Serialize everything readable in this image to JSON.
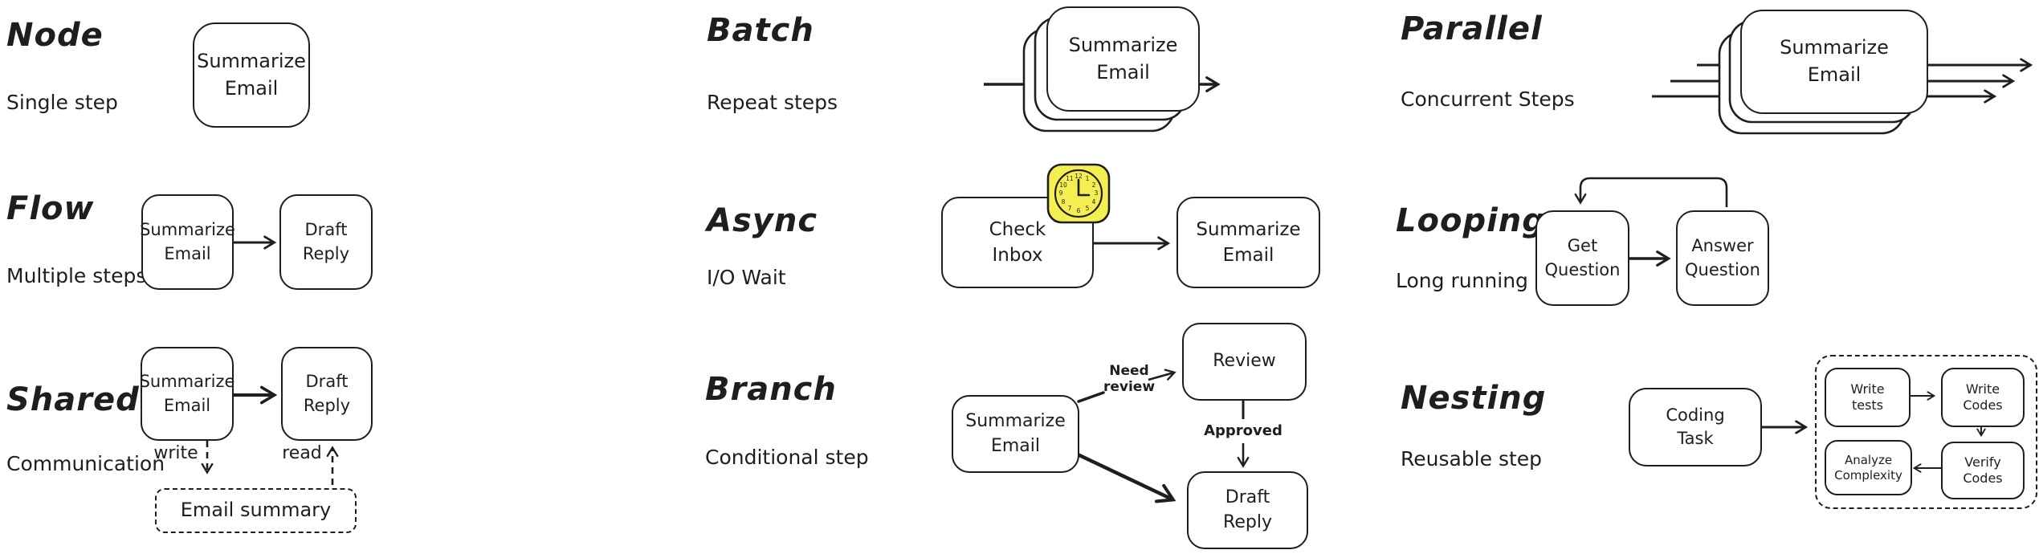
{
  "page": {
    "background": "#ffffff",
    "ink": "#1e1e1e",
    "clock_fill": "#f4ee51"
  },
  "clock": {
    "numbers": [
      "12",
      "1",
      "2",
      "3",
      "4",
      "5",
      "6",
      "7",
      "8",
      "9",
      "10",
      "11"
    ]
  },
  "sections": {
    "node": {
      "title": "Node",
      "subtitle": "Single step",
      "box_label": "Summarize\nEmail"
    },
    "batch": {
      "title": "Batch",
      "subtitle": "Repeat steps",
      "box_label": "Summarize\nEmail"
    },
    "parallel": {
      "title": "Parallel",
      "subtitle": "Concurrent Steps",
      "box_label": "Summarize\nEmail"
    },
    "flow": {
      "title": "Flow",
      "subtitle": "Multiple steps",
      "box1_label": "Summarize\nEmail",
      "box2_label": "Draft\nReply"
    },
    "async": {
      "title": "Async",
      "subtitle": "I/O Wait",
      "box1_label": "Check\nInbox",
      "box2_label": "Summarize\nEmail"
    },
    "looping": {
      "title": "Looping",
      "subtitle": "Long running step",
      "box1_label": "Get\nQuestion",
      "box2_label": "Answer\nQuestion"
    },
    "shared": {
      "title": "Shared",
      "subtitle": "Communication",
      "box1_label": "Summarize\nEmail",
      "box2_label": "Draft\nReply",
      "write_label": "write",
      "read_label": "read",
      "store_label": "Email summary"
    },
    "branch": {
      "title": "Branch",
      "subtitle": "Conditional step",
      "box1_label": "Summarize\nEmail",
      "review_label": "Review",
      "draft_label": "Draft\nReply",
      "edge_need_review": "Need\nreview",
      "edge_approved": "Approved"
    },
    "nesting": {
      "title": "Nesting",
      "subtitle": "Reusable step",
      "box1_label": "Coding\nTask",
      "sub1_label": "Write\ntests",
      "sub2_label": "Write\nCodes",
      "sub3_label": "Analyze\nComplexity",
      "sub4_label": "Verify\nCodes"
    }
  }
}
